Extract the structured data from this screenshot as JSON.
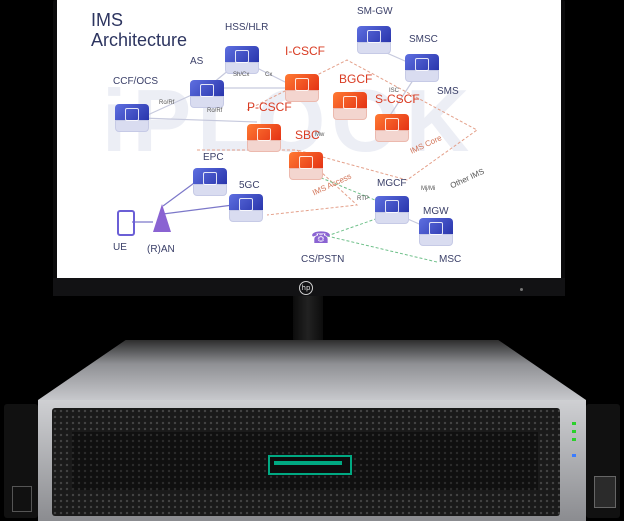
{
  "screen": {
    "title_line1": "IMS",
    "title_line2": "Architecture",
    "watermark": "iPLOOK",
    "nodes": [
      {
        "id": "as",
        "label": "AS"
      },
      {
        "id": "hss",
        "label": "HSS/HLR"
      },
      {
        "id": "smgw",
        "label": "SM-GW"
      },
      {
        "id": "smsc",
        "label": "SMSC"
      },
      {
        "id": "sms",
        "label": "SMS"
      },
      {
        "id": "ccf",
        "label": "CCF/OCS"
      },
      {
        "id": "icscf",
        "label": "I-CSCF"
      },
      {
        "id": "bgcf",
        "label": "BGCF"
      },
      {
        "id": "scscf",
        "label": "S-CSCF"
      },
      {
        "id": "pcscf",
        "label": "P-CSCF"
      },
      {
        "id": "sbc",
        "label": "SBC"
      },
      {
        "id": "epc",
        "label": "EPC"
      },
      {
        "id": "5gc",
        "label": "5GC"
      },
      {
        "id": "mgcf",
        "label": "MGCF"
      },
      {
        "id": "mgw",
        "label": "MGW"
      },
      {
        "id": "msc",
        "label": "MSC"
      },
      {
        "id": "ue",
        "label": "UE"
      },
      {
        "id": "ran",
        "label": "(R)AN"
      },
      {
        "id": "cspstn",
        "label": "CS/PSTN"
      }
    ],
    "areas": {
      "ims_core": "IMS Core",
      "ims_access": "IMS Access",
      "other_ims": "Other IMS"
    },
    "links": {
      "ro_rf": "Ro/Rf",
      "sh_cx": "Sh/Cx",
      "cx": "Cx",
      "isc": "ISC",
      "mw": "Mw",
      "rtp": "RTP",
      "mj_mi": "Mj/Mi",
      "ro_rf_2": "Ro/Rf"
    }
  },
  "monitor": {
    "brand_icon": "hp-logo-icon"
  },
  "server": {
    "brand_icon": "hpe-logo-icon"
  },
  "colors": {
    "ims_blue": "#2531a8",
    "ims_red": "#e22d12",
    "hpe_green": "#01a982"
  }
}
